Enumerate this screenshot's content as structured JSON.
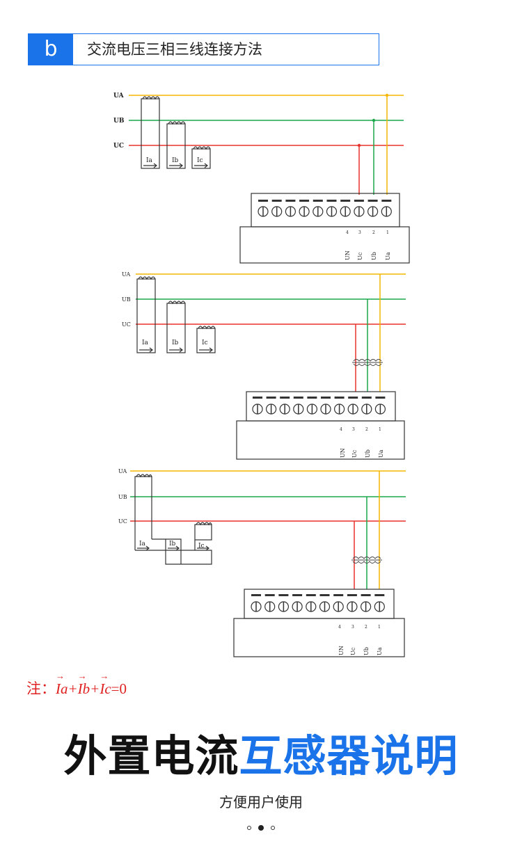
{
  "section": {
    "badge": "b",
    "title": "交流电压三相三线连接方法"
  },
  "colors": {
    "accent": "#1a73e8",
    "phase_a": "#f5b700",
    "phase_b": "#1aa84a",
    "phase_c": "#e8312a",
    "note": "#e02020"
  },
  "diagrams": [
    {
      "lines": [
        "UA",
        "UB",
        "UC"
      ],
      "ct": [
        "Ia",
        "Ib",
        "Ic"
      ],
      "terminals": [
        "4",
        "3",
        "2",
        "1"
      ],
      "inputs": [
        "UN",
        "Uc",
        "Ub",
        "Ua"
      ]
    },
    {
      "lines": [
        "UA",
        "UB",
        "UC"
      ],
      "ct": [
        "Ia",
        "Ib",
        "Ic"
      ],
      "terminals": [
        "4",
        "3",
        "2",
        "1"
      ],
      "inputs": [
        "UN",
        "Uc",
        "Ub",
        "Ua"
      ]
    },
    {
      "lines": [
        "UA",
        "UB",
        "UC"
      ],
      "ct": [
        "Ia",
        "Ib",
        "Ic"
      ],
      "terminals": [
        "4",
        "3",
        "2",
        "1"
      ],
      "inputs": [
        "UN",
        "Uc",
        "Ub",
        "Ua"
      ]
    }
  ],
  "note": {
    "prefix": "注：",
    "ia": "Ia",
    "plus1": "+",
    "ib": "Ib",
    "plus2": "+",
    "ic": "Ic",
    "equals": "=0"
  },
  "headline": {
    "dark": "外置电流",
    "blue": "互感器说明"
  },
  "subtitle": "方便用户使用"
}
